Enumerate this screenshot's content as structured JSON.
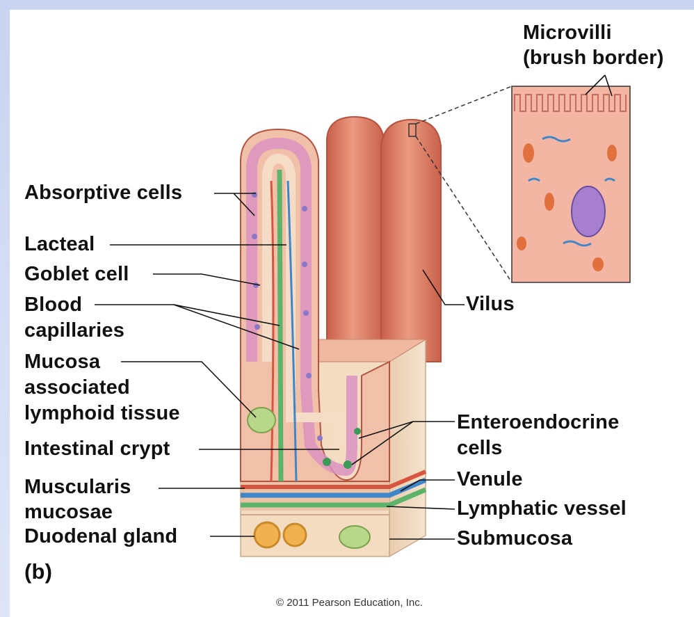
{
  "figure": {
    "panel_letter": "(b)",
    "copyright": "© 2011 Pearson Education, Inc.",
    "labels": {
      "absorptive_cells": "Absorptive cells",
      "lacteal": "Lacteal",
      "goblet_cell": "Goblet cell",
      "blood_capillaries_1": "Blood",
      "blood_capillaries_2": "capillaries",
      "mucosa_1": "Mucosa",
      "mucosa_2": "associated",
      "mucosa_3": "lymphoid tissue",
      "intestinal_crypt": "Intestinal crypt",
      "muscularis_1": "Muscularis",
      "muscularis_2": "mucosae",
      "duodenal_gland": "Duodenal gland",
      "microvilli_1": "Microvilli",
      "microvilli_2": "(brush border)",
      "vilus": "Vilus",
      "enteroendocrine_1": "Enteroendocrine",
      "enteroendocrine_2": "cells",
      "venule": "Venule",
      "lymphatic_vessel": "Lymphatic vessel",
      "submucosa": "Submucosa"
    }
  },
  "colors": {
    "villus": "#e6876e",
    "tissue": "#f4dcc2",
    "artery": "#d9543f",
    "vein": "#3f86c9",
    "lacteal": "#5cb46a",
    "nucleus": "#8a78c8",
    "leader": "#111111"
  }
}
